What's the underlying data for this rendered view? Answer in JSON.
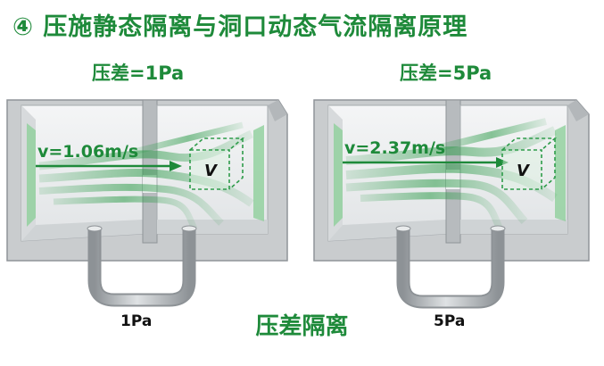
{
  "title": "④ 压施静态隔离与洞口动态气流隔离原理",
  "bottom_label": "压差隔离",
  "colors": {
    "accent": "#1e8a3a",
    "wall": "#c9ccce",
    "wall_dark": "#9ea3a6",
    "interior": "#eceeef",
    "glass": "#8fcf9b",
    "tube": "#a9adb0"
  },
  "panels": [
    {
      "pressure_label": "压差=1Pa",
      "velocity_label": "v=1.06m/s",
      "volume_symbol": "V",
      "gauge_label": "1Pa"
    },
    {
      "pressure_label": "压差=5Pa",
      "velocity_label": "v=2.37m/s",
      "volume_symbol": "V",
      "gauge_label": "5Pa"
    }
  ]
}
